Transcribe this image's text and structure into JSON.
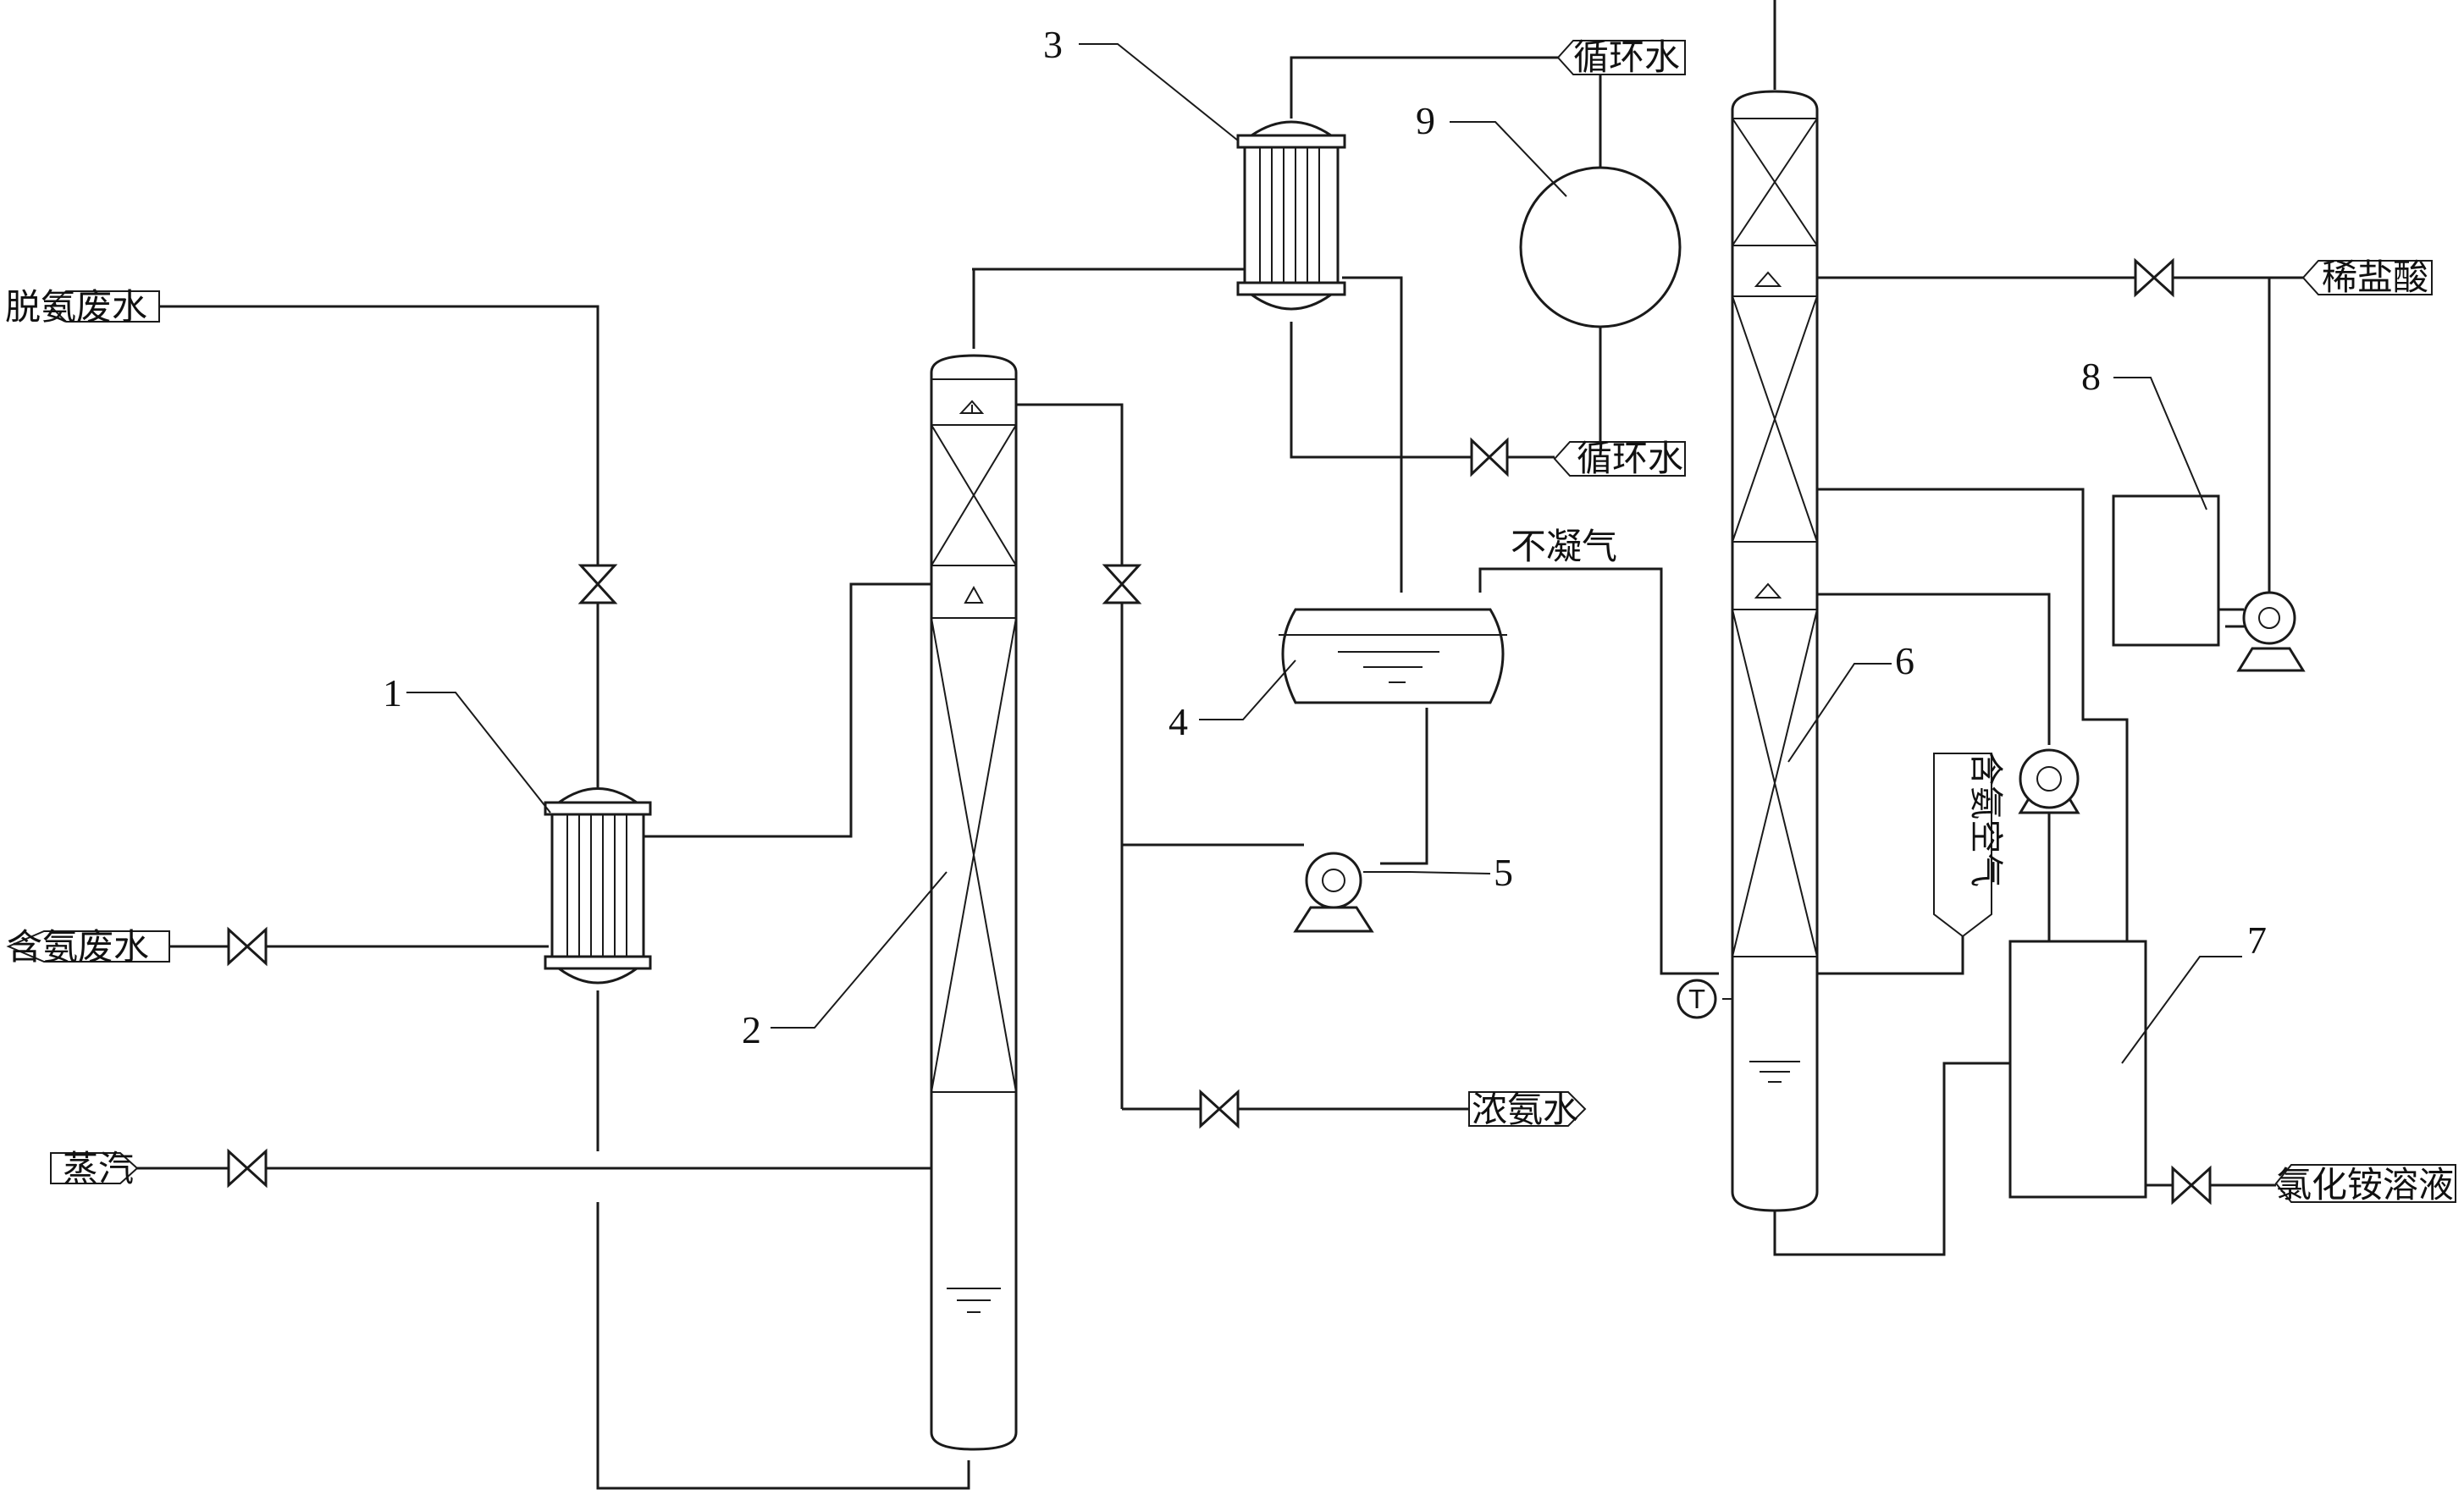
{
  "streams": {
    "deammoniated_wastewater": "脱氨废水",
    "ammonia_wastewater": "含氨废水",
    "steam": "蒸汽",
    "circulating_water_in": "循环水",
    "circulating_water_out": "循环水",
    "non_condensable_gas": "不凝气",
    "concentrated_ammonia": "浓氨水",
    "ammonia_air": "含氨空气",
    "dilute_hcl": "稀盐酸",
    "ammonium_chloride": "氯化铵溶液"
  },
  "equipment_numbers": {
    "n1": "1",
    "n2": "2",
    "n3": "3",
    "n4": "4",
    "n5": "5",
    "n6": "6",
    "n7": "7",
    "n8": "8",
    "n9": "9"
  },
  "instrument": {
    "temperature_symbol": "T"
  }
}
